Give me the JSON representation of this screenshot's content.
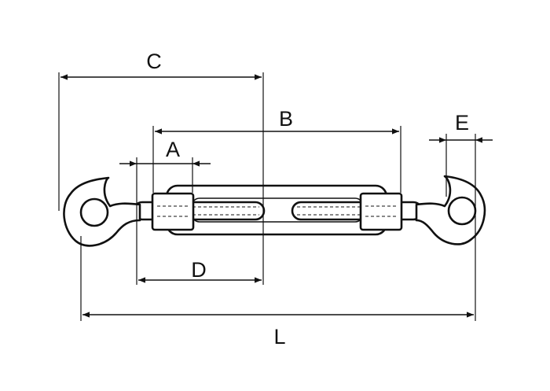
{
  "dimension_labels": {
    "A": "A",
    "B": "B",
    "C": "C",
    "D": "D",
    "E": "E",
    "L": "L"
  },
  "colors": {
    "line": "#111111",
    "background": "#ffffff"
  }
}
